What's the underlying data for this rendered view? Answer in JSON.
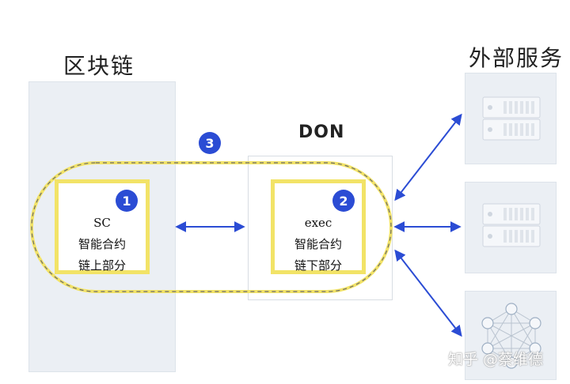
{
  "blockchain": {
    "title": "区块链"
  },
  "don": {
    "title": "DON"
  },
  "external": {
    "title": "外部服务"
  },
  "onchain_box": {
    "badge": "1",
    "line1": "SC",
    "line2": "智能合约",
    "line3": "链上部分"
  },
  "offchain_box": {
    "badge": "2",
    "line1": "exec",
    "line2": "智能合约",
    "line3": "链下部分"
  },
  "hybrid_badge": "3",
  "services": [
    {
      "icon": "server-icon"
    },
    {
      "icon": "server-icon"
    },
    {
      "icon": "network-icon"
    }
  ],
  "colors": {
    "badge": "#2b4cd4",
    "highlight": "#f2e367",
    "arrow": "#2b4cd4",
    "panel": "#ebeff4"
  },
  "watermark": "知乎 @蔡维德"
}
